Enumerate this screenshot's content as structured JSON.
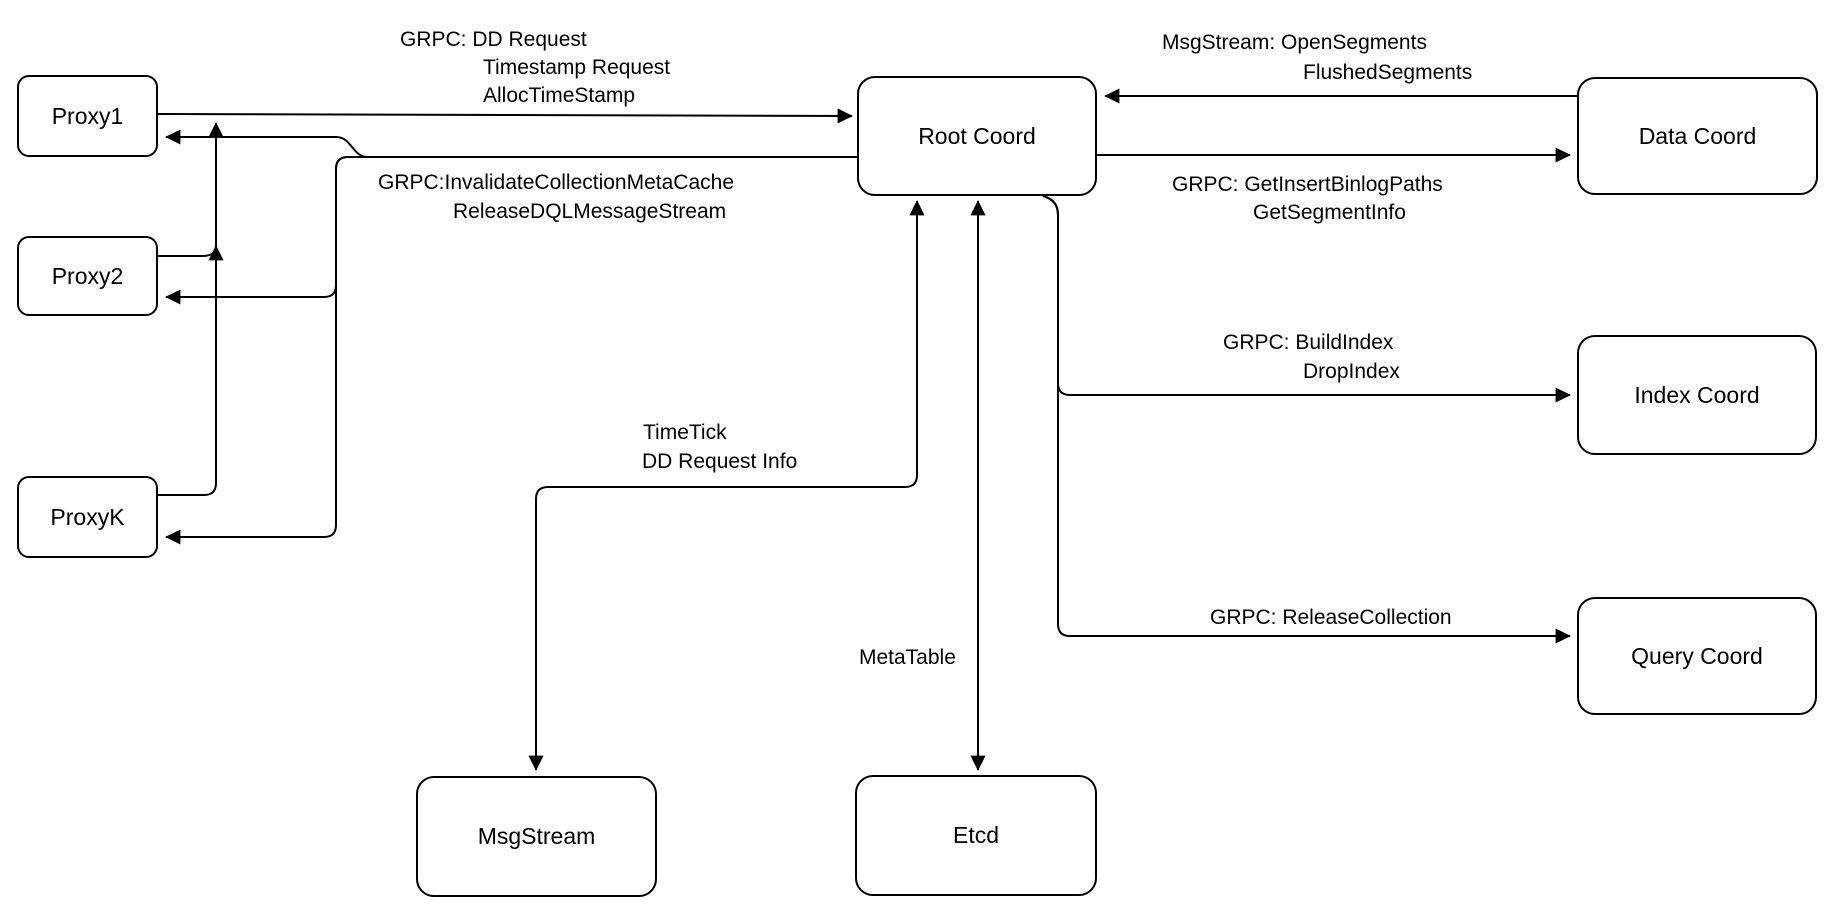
{
  "background": "#ffffff",
  "stroke_color": "#000000",
  "nodes": {
    "proxy1": {
      "label": "Proxy1"
    },
    "proxy2": {
      "label": "Proxy2"
    },
    "proxyk": {
      "label": "ProxyK"
    },
    "root_coord": {
      "label": "Root Coord"
    },
    "data_coord": {
      "label": "Data Coord"
    },
    "index_coord": {
      "label": "Index Coord"
    },
    "query_coord": {
      "label": "Query Coord"
    },
    "msgstream": {
      "label": "MsgStream"
    },
    "etcd": {
      "label": "Etcd"
    }
  },
  "edge_labels": {
    "proxy_to_root": {
      "lines": [
        "GRPC: DD Request",
        "Timestamp Request",
        "AllocTimeStamp"
      ]
    },
    "root_to_proxy": {
      "lines": [
        "GRPC:InvalidateCollectionMetaCache",
        "ReleaseDQLMessageStream"
      ]
    },
    "data_to_root": {
      "lines": [
        "MsgStream: OpenSegments",
        "FlushedSegments"
      ]
    },
    "root_to_data": {
      "lines": [
        "GRPC: GetInsertBinlogPaths",
        "GetSegmentInfo"
      ]
    },
    "root_to_index": {
      "lines": [
        "GRPC: BuildIndex",
        "DropIndex"
      ]
    },
    "root_to_query": {
      "lines": [
        "GRPC: ReleaseCollection"
      ]
    },
    "root_to_msgstream": {
      "lines": [
        "TimeTick",
        "DD Request Info"
      ]
    },
    "root_to_etcd": {
      "lines": [
        "MetaTable"
      ]
    }
  },
  "edges": [
    {
      "from": "Proxy1",
      "to": "Root Coord",
      "arrow": "forward",
      "label": "GRPC: DD Request / Timestamp Request / AllocTimeStamp"
    },
    {
      "from": "Proxy2",
      "to": "Root Coord",
      "arrow": "forward",
      "label": ""
    },
    {
      "from": "ProxyK",
      "to": "Root Coord",
      "arrow": "forward",
      "label": ""
    },
    {
      "from": "Root Coord",
      "to": "Proxy1",
      "arrow": "forward",
      "label": "GRPC:InvalidateCollectionMetaCache / ReleaseDQLMessageStream"
    },
    {
      "from": "Root Coord",
      "to": "Proxy2",
      "arrow": "forward",
      "label": ""
    },
    {
      "from": "Root Coord",
      "to": "ProxyK",
      "arrow": "forward",
      "label": ""
    },
    {
      "from": "Data Coord",
      "to": "Root Coord",
      "arrow": "forward",
      "label": "MsgStream: OpenSegments / FlushedSegments"
    },
    {
      "from": "Root Coord",
      "to": "Data Coord",
      "arrow": "forward",
      "label": "GRPC: GetInsertBinlogPaths / GetSegmentInfo"
    },
    {
      "from": "Root Coord",
      "to": "Index Coord",
      "arrow": "forward",
      "label": "GRPC: BuildIndex / DropIndex"
    },
    {
      "from": "Root Coord",
      "to": "Query Coord",
      "arrow": "forward",
      "label": "GRPC: ReleaseCollection"
    },
    {
      "from": "Root Coord",
      "to": "MsgStream",
      "arrow": "both",
      "label": "TimeTick / DD Request Info"
    },
    {
      "from": "Root Coord",
      "to": "Etcd",
      "arrow": "both",
      "label": "MetaTable"
    }
  ]
}
